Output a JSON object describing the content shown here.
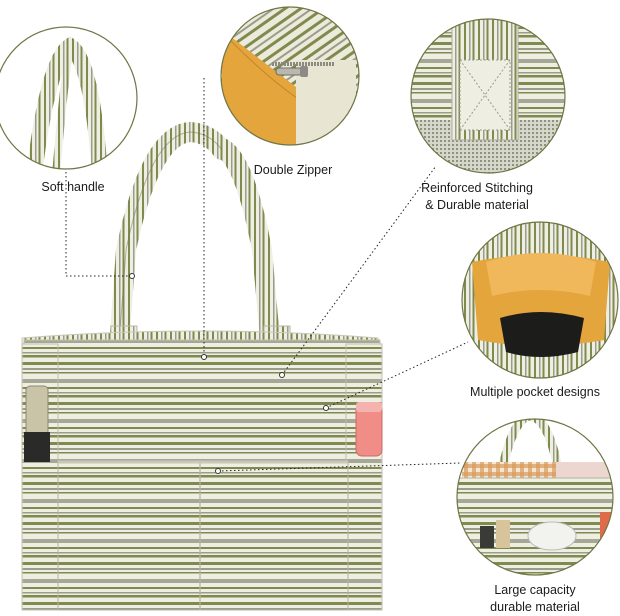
{
  "captions": {
    "soft_handle": "Soft handle",
    "double_zipper": "Double Zipper",
    "reinforced_line1": "Reinforced Stitching",
    "reinforced_line2": "& Durable material",
    "multiple_pockets": "Multiple pocket designs",
    "large_capacity_line1": "Large capacity",
    "large_capacity_line2": "durable material"
  },
  "colors": {
    "stripe_olive": "#7f8a4f",
    "stripe_grey": "#9a9c8c",
    "canvas_cream": "#efeee2",
    "lining_mustard": "#e3a53c",
    "bottle_pink": "#ef8d86",
    "circle_stroke": "#6f7544"
  },
  "icons": {
    "zipper": "zipper-pull-icon",
    "leader_lines": "dotted-callout-lines"
  }
}
